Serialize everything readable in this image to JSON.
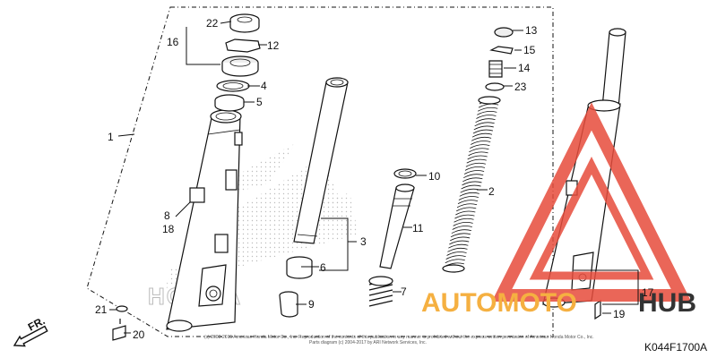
{
  "diagram": {
    "code": "K044F1700A",
    "direction_label": "FR.",
    "copyright_line_1": "(c) 2003-2015 American Honda Motor Co., Inc. Reproduction of the contents of this publication in any manner is prohibited without the express written permission of American Honda Motor Co., Inc.",
    "copyright_line_2": "Parts diagram (c) 2004-2017 by ARI Network Services, Inc.",
    "background_logo": "HONDA",
    "callouts": {
      "c1": "1",
      "c2": "2",
      "c3": "3",
      "c4": "4",
      "c5": "5",
      "c6": "6",
      "c7": "7",
      "c8": "8",
      "c9": "9",
      "c10": "10",
      "c11": "11",
      "c12": "12",
      "c13": "13",
      "c14": "14",
      "c15": "15",
      "c16": "16",
      "c17": "17",
      "c18": "18",
      "c19": "19",
      "c20": "20",
      "c21": "21",
      "c22": "22",
      "c23": "23"
    }
  },
  "watermark": {
    "prefix": "AUTOMOTO",
    "suffix": "HUB",
    "prefix_color": "#f5b041",
    "suffix_color": "#333333",
    "logo_color": "#e74c3c"
  }
}
